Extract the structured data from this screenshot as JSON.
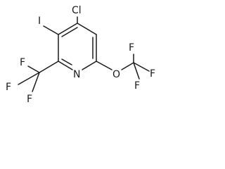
{
  "molecule": {
    "atoms": {
      "cl": "Cl",
      "i": "I",
      "n": "N",
      "o": "O",
      "f1": "F",
      "f2": "F",
      "f3": "F",
      "f4": "F",
      "f5": "F",
      "f6": "F"
    },
    "bond_color": "#1a1a1a"
  }
}
